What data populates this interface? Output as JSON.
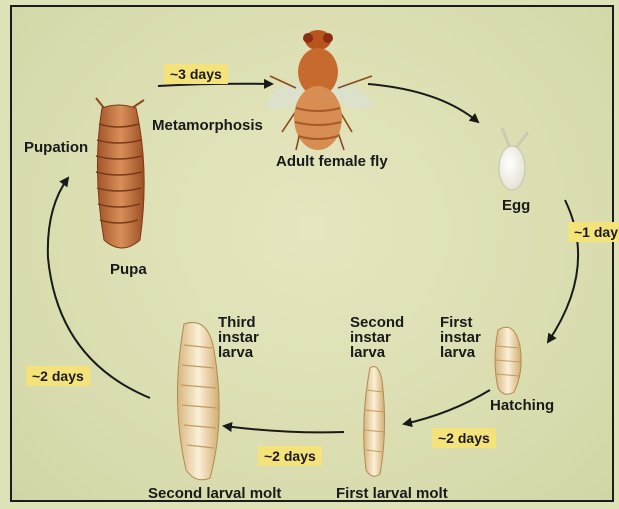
{
  "stages": {
    "adult": "Adult female fly",
    "egg": "Egg",
    "pupa": "Pupa",
    "pupation": "Pupation",
    "metamorphosis": "Metamorphosis",
    "hatching": "Hatching",
    "first_larval_molt": "First larval molt",
    "second_larval_molt": "Second larval molt",
    "first_instar": [
      "First",
      "instar",
      "larva"
    ],
    "second_instar": [
      "Second",
      "instar",
      "larva"
    ],
    "third_instar": [
      "Third",
      "instar",
      "larva"
    ]
  },
  "durations": {
    "pupa_to_adult": "~3 days",
    "egg_to_hatch": "~1 day",
    "first_to_second": "~2 days",
    "second_to_third": "~2 days",
    "third_to_pupa": "~2 days"
  },
  "colors": {
    "background": "#dfe1b6",
    "label_box": "#f4e27a",
    "arrow": "#1a1a1a"
  }
}
